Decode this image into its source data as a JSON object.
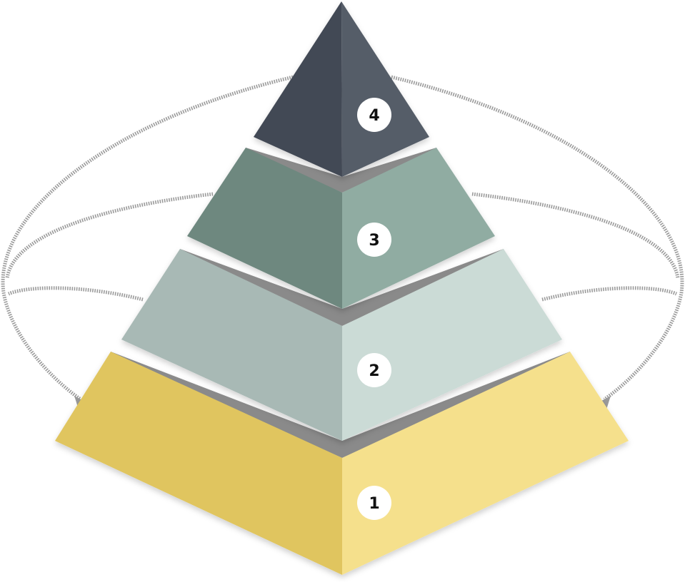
{
  "levels": [
    {
      "label": "1",
      "left_color": "#e0c55f",
      "right_color": "#f5e08c"
    },
    {
      "label": "2",
      "left_color": "#a8b9b5",
      "right_color": "#cbdbd6"
    },
    {
      "label": "3",
      "left_color": "#6e887f",
      "right_color": "#90aca2"
    },
    {
      "label": "4",
      "left_color": "#434955",
      "right_color": "#555d68"
    }
  ],
  "colors": {
    "ledge": "#8a8a8a",
    "arrow": "#9a9a9a",
    "badge_fill": "#ffffff",
    "badge_text": "#111111"
  }
}
